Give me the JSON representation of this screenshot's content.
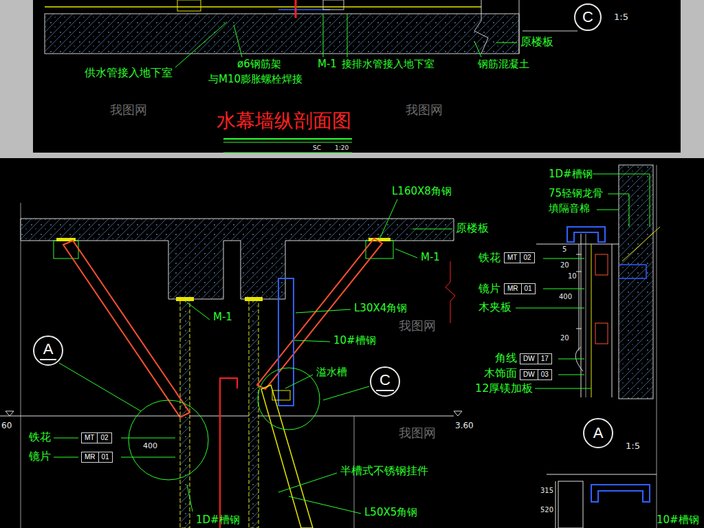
{
  "diagram": {
    "title": "水幕墙纵剖面图",
    "nodes": [
      {
        "text": [
          "C"
        ]
      },
      {
        "text": [
          "A"
        ]
      },
      {
        "text": [
          "MT",
          "02"
        ]
      },
      {
        "text": [
          "MR",
          "01"
        ]
      },
      {
        "text": [
          "C"
        ]
      },
      {
        "text": [
          "DW",
          "17"
        ]
      },
      {
        "text": [
          "DW",
          "03"
        ]
      },
      {
        "text": [
          "MT",
          "02"
        ]
      },
      {
        "text": [
          "MR",
          "01"
        ]
      },
      {
        "text": [
          "A"
        ]
      }
    ],
    "labels": [
      "原楼板",
      "1:5",
      "供水管接入地下室",
      "ø6钢筋架",
      "与M10膨胀螺栓焊接",
      "M-1",
      "接排水管接入地下室",
      "钢筋混凝土",
      "SC",
      "1:20",
      "L160X8角钢",
      "原楼板",
      "M-1",
      "M-1",
      "L30X4角钢",
      "10#槽钢",
      "溢水槽",
      "60",
      "3.60",
      "400",
      "铁花",
      "镜片",
      "半槽式不锈钢挂件",
      "L50X5角钢",
      "1D#槽钢",
      "1D#槽钢",
      "75轻钢龙骨",
      "填隔音棉",
      "铁花",
      "镜片",
      "木夹板",
      "角线",
      "木饰面",
      "12厚镁加板",
      "5",
      "20",
      "10",
      "400",
      "20",
      "1:5",
      "315",
      "520",
      "10#槽钢",
      "我图网",
      "我图网",
      "我图网",
      "我图网"
    ]
  }
}
